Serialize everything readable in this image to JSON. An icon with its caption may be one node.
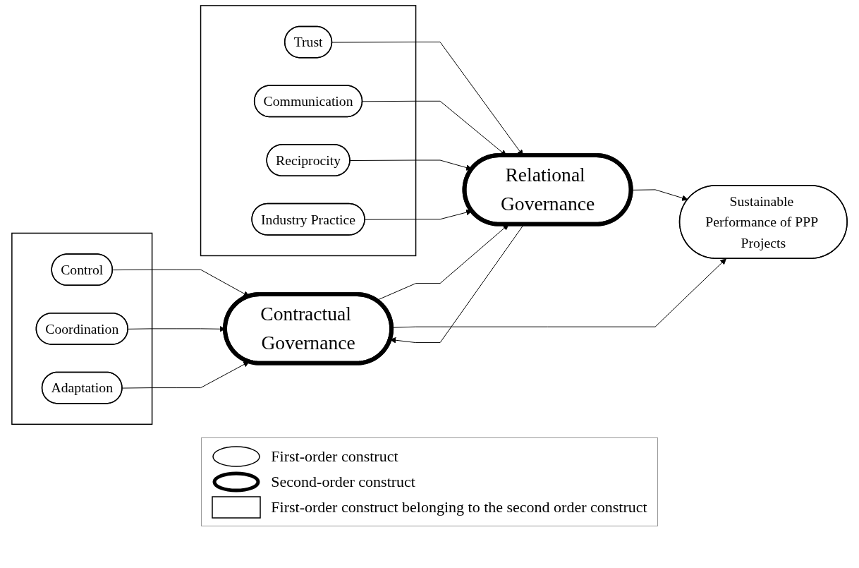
{
  "diagram": {
    "nodes": [
      {
        "text": [],
        "shape": "box"
      },
      {
        "text": [
          "Control"
        ],
        "in": 0
      },
      {
        "text": [
          "Coordination"
        ],
        "in": 0
      },
      {
        "text": [
          "Adaptation"
        ],
        "in": 0
      },
      {
        "text": [
          "Contractual Governance"
        ]
      },
      {
        "text": [
          "Relational Governance"
        ]
      },
      {
        "text": [],
        "shape": "box"
      },
      {
        "text": [
          "Trust"
        ],
        "in": 6
      },
      {
        "text": [
          "Communication"
        ],
        "in": 6
      },
      {
        "text": [
          "Reciprocity"
        ],
        "in": 6
      },
      {
        "text": [
          "Industry Practice"
        ],
        "in": 6
      },
      {
        "text": [
          "Sustainable Performance of PPP Projects"
        ]
      }
    ],
    "edges": [
      {
        "from": 1,
        "to": 4,
        "arrow": "to"
      },
      {
        "from": 2,
        "to": 4,
        "arrow": "to"
      },
      {
        "from": 3,
        "to": 4,
        "arrow": "to"
      },
      {
        "from": 4,
        "to": 5,
        "arrow": "to"
      },
      {
        "from": 5,
        "to": 4,
        "arrow": "to"
      },
      {
        "from": 7,
        "to": 5,
        "arrow": "to"
      },
      {
        "from": 8,
        "to": 5,
        "arrow": "to"
      },
      {
        "from": 9,
        "to": 5,
        "arrow": "to"
      },
      {
        "from": 10,
        "to": 5,
        "arrow": "to"
      },
      {
        "from": 4,
        "to": 11,
        "arrow": "to"
      },
      {
        "from": 5,
        "to": 11,
        "arrow": "to"
      }
    ],
    "legend": [
      {
        "text": "First-order construct"
      },
      {
        "text": "Second-order construct"
      },
      {
        "text": "First-order construct belonging to the second order construct"
      }
    ]
  }
}
